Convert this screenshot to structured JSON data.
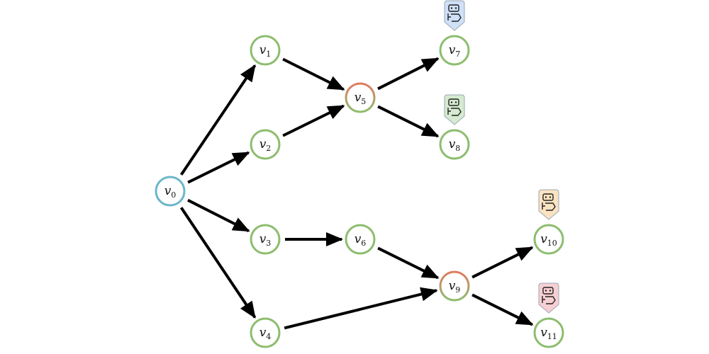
{
  "nodes": [
    {
      "id": "v0",
      "base": "v",
      "sub": "0",
      "kind": "source"
    },
    {
      "id": "v1",
      "base": "v",
      "sub": "1",
      "kind": "normal"
    },
    {
      "id": "v2",
      "base": "v",
      "sub": "2",
      "kind": "normal"
    },
    {
      "id": "v3",
      "base": "v",
      "sub": "3",
      "kind": "normal"
    },
    {
      "id": "v4",
      "base": "v",
      "sub": "4",
      "kind": "normal"
    },
    {
      "id": "v5",
      "base": "v",
      "sub": "5",
      "kind": "merge"
    },
    {
      "id": "v6",
      "base": "v",
      "sub": "6",
      "kind": "normal"
    },
    {
      "id": "v7",
      "base": "v",
      "sub": "7",
      "kind": "normal",
      "badge": "#cfe0f7"
    },
    {
      "id": "v8",
      "base": "v",
      "sub": "8",
      "kind": "normal",
      "badge": "#d5ead0"
    },
    {
      "id": "v9",
      "base": "v",
      "sub": "9",
      "kind": "merge"
    },
    {
      "id": "v10",
      "base": "v",
      "sub": "10",
      "kind": "normal",
      "badge": "#fbe3c2"
    },
    {
      "id": "v11",
      "base": "v",
      "sub": "11",
      "kind": "normal",
      "badge": "#f7cfd2"
    }
  ],
  "edges": [
    [
      "v0",
      "v1"
    ],
    [
      "v0",
      "v2"
    ],
    [
      "v0",
      "v3"
    ],
    [
      "v0",
      "v4"
    ],
    [
      "v1",
      "v5"
    ],
    [
      "v2",
      "v5"
    ],
    [
      "v5",
      "v7"
    ],
    [
      "v5",
      "v8"
    ],
    [
      "v3",
      "v6"
    ],
    [
      "v6",
      "v9"
    ],
    [
      "v4",
      "v9"
    ],
    [
      "v9",
      "v10"
    ],
    [
      "v9",
      "v11"
    ]
  ],
  "colors": {
    "source": "#6bb7c9",
    "normal": "#8dbd6f",
    "merge_top": "#e07a5f",
    "merge_bottom": "#8dbd6f",
    "edge": "#000000",
    "badge_icon": "#222222"
  }
}
